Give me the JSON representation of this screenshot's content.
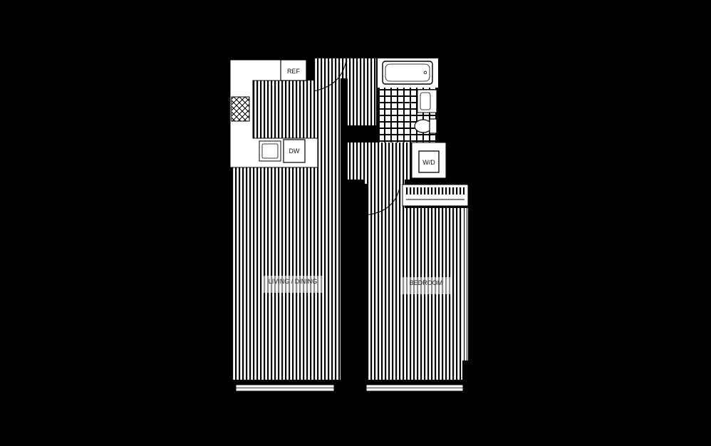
{
  "floorplan": {
    "fixtures": {
      "refrigerator": "REF",
      "dishwasher": "DW",
      "washer_dryer": "W/D"
    },
    "rooms": {
      "living_dining": {
        "name": "LIVING / DINING",
        "dims": ""
      },
      "bedroom": {
        "name": "BEDROOM",
        "dims": ""
      }
    },
    "colors": {
      "background": "#000000",
      "floor": "#ffffff",
      "wall": "#000000",
      "counter": "#ffffff"
    }
  }
}
